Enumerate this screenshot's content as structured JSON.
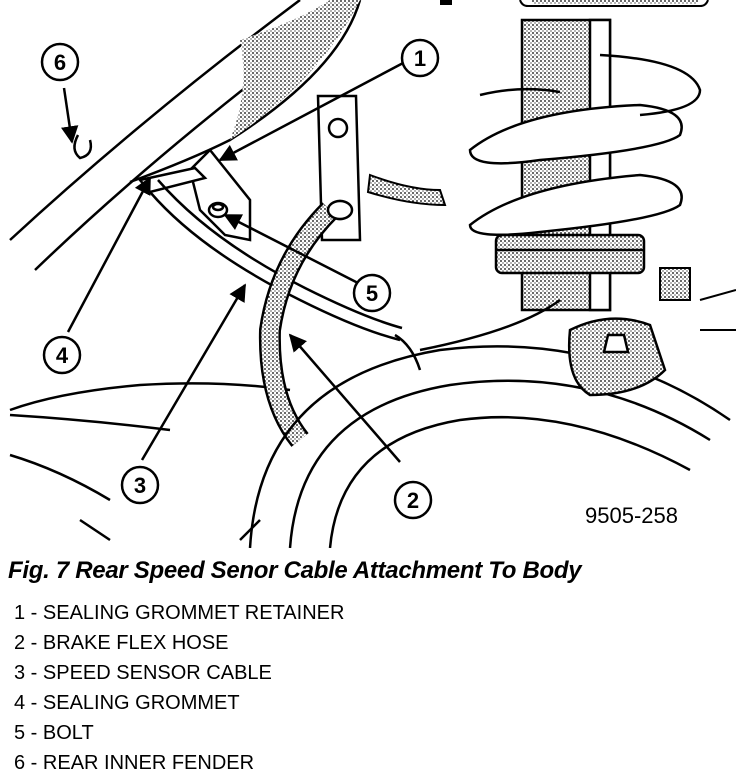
{
  "figure": {
    "id_label": "9505-258",
    "callouts": [
      "1",
      "2",
      "3",
      "4",
      "5",
      "6"
    ]
  },
  "caption": "Fig. 7 Rear Speed Senor Cable Attachment To Body",
  "legend": [
    {
      "num": "1",
      "text": "SEALING GROMMET RETAINER"
    },
    {
      "num": "2",
      "text": "BRAKE FLEX HOSE"
    },
    {
      "num": "3",
      "text": "SPEED SENSOR CABLE"
    },
    {
      "num": "4",
      "text": "SEALING GROMMET"
    },
    {
      "num": "5",
      "text": "BOLT"
    },
    {
      "num": "6",
      "text": "REAR INNER FENDER"
    }
  ]
}
